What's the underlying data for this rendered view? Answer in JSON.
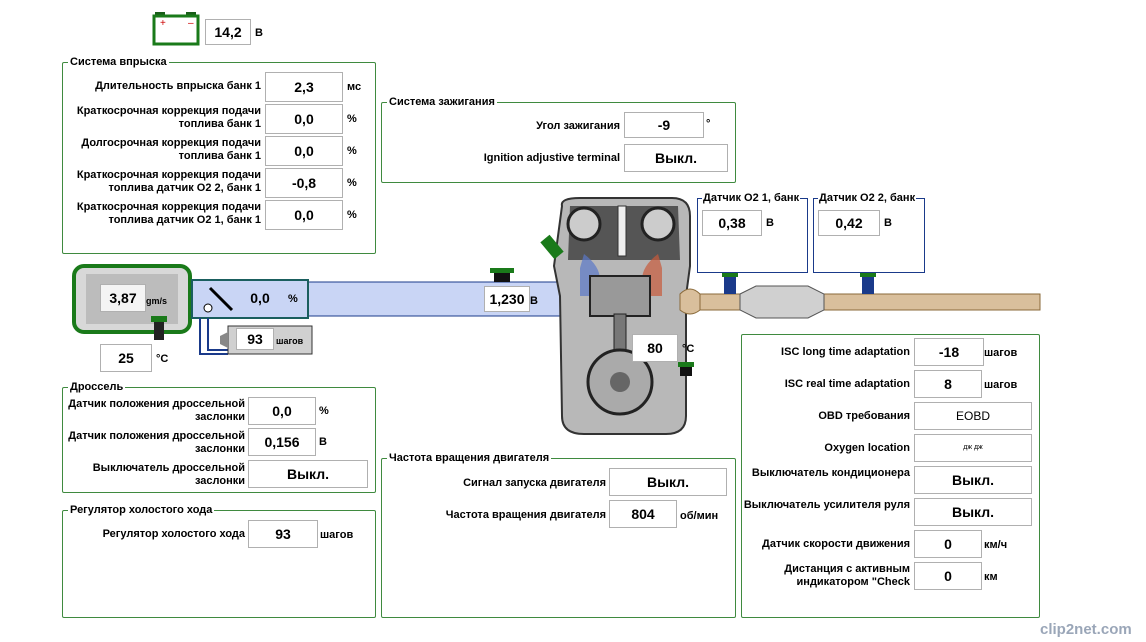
{
  "battery": {
    "value": "14,2",
    "unit": "В"
  },
  "injection": {
    "title": "Система впрыска",
    "rows": [
      {
        "label": "Длительность впрыска банк 1",
        "value": "2,3",
        "unit": "мс"
      },
      {
        "label": "Краткосрочная коррекция подачи топлива банк 1",
        "value": "0,0",
        "unit": "%"
      },
      {
        "label": "Долгосрочная коррекция подачи топлива банк 1",
        "value": "0,0",
        "unit": "%"
      },
      {
        "label": "Краткосрочная коррекция подачи топлива датчик O2 2, банк 1",
        "value": "-0,8",
        "unit": "%"
      },
      {
        "label": "Краткосрочная коррекция подачи топлива датчик O2 1, банк 1",
        "value": "0,0",
        "unit": "%"
      }
    ]
  },
  "ignition": {
    "title": "Система зажигания",
    "rows": [
      {
        "label": "Угол зажигания",
        "value": "-9",
        "unit": "°"
      },
      {
        "label": "Ignition adjustive terminal",
        "value": "Выкл.",
        "unit": ""
      }
    ]
  },
  "o2_sensors": [
    {
      "title": "Датчик O2 1, банк",
      "value": "0,38",
      "unit": "В"
    },
    {
      "title": "Датчик O2 2, банк",
      "value": "0,42",
      "unit": "В"
    }
  ],
  "airflow": {
    "maf_value": "3,87",
    "maf_unit": "gm/s",
    "intake_temp": "25",
    "intake_temp_unit": "°C",
    "throttle_value": "0,0",
    "throttle_unit": "%",
    "idle_steps": "93",
    "idle_steps_unit": "шагов",
    "map_value": "1,230",
    "map_unit": "В"
  },
  "engine": {
    "coolant_temp": "80",
    "coolant_unit": "°C"
  },
  "throttle": {
    "title": "Дроссель",
    "rows": [
      {
        "label": "Датчик положения дроссельной заслонки",
        "value": "0,0",
        "unit": "%"
      },
      {
        "label": "Датчик положения дроссельной заслонки",
        "value": "0,156",
        "unit": "В"
      },
      {
        "label": "Выключатель дроссельной заслонки",
        "value": "Выкл.",
        "unit": ""
      }
    ]
  },
  "idle": {
    "title": "Регулятор холостого хода",
    "rows": [
      {
        "label": "Регулятор холостого хода",
        "value": "93",
        "unit": "шагов"
      }
    ]
  },
  "rpm": {
    "title": "Частота вращения двигателя",
    "rows": [
      {
        "label": "Сигнал запуска двигателя",
        "value": "Выкл.",
        "unit": ""
      },
      {
        "label": "Частота вращения двигателя",
        "value": "804",
        "unit": "об/мин"
      }
    ]
  },
  "misc": {
    "rows": [
      {
        "label": "ISC long time adaptation",
        "value": "-18",
        "unit": "шагов"
      },
      {
        "label": "ISC real time adaptation",
        "value": "8",
        "unit": "шагов"
      },
      {
        "label": "OBD требования",
        "value": "EOBD",
        "unit": ""
      },
      {
        "label": "Oxygen location",
        "value": "дж дж",
        "unit": ""
      },
      {
        "label": "Выключатель кондиционера",
        "value": "Выкл.",
        "unit": ""
      },
      {
        "label": "Выключатель усилителя руля",
        "value": "Выкл.",
        "unit": ""
      },
      {
        "label": "Датчик скорости движения",
        "value": "0",
        "unit": "км/ч"
      },
      {
        "label": "Дистанция с активным индикатором \"Check",
        "value": "0",
        "unit": "км"
      }
    ]
  },
  "watermark": "clip2net.com",
  "colors": {
    "frame": "#3f8a3f",
    "intake": "#c9d5f5",
    "exhaust": "#d9bf9c",
    "sensor": "#1a3a8a"
  }
}
